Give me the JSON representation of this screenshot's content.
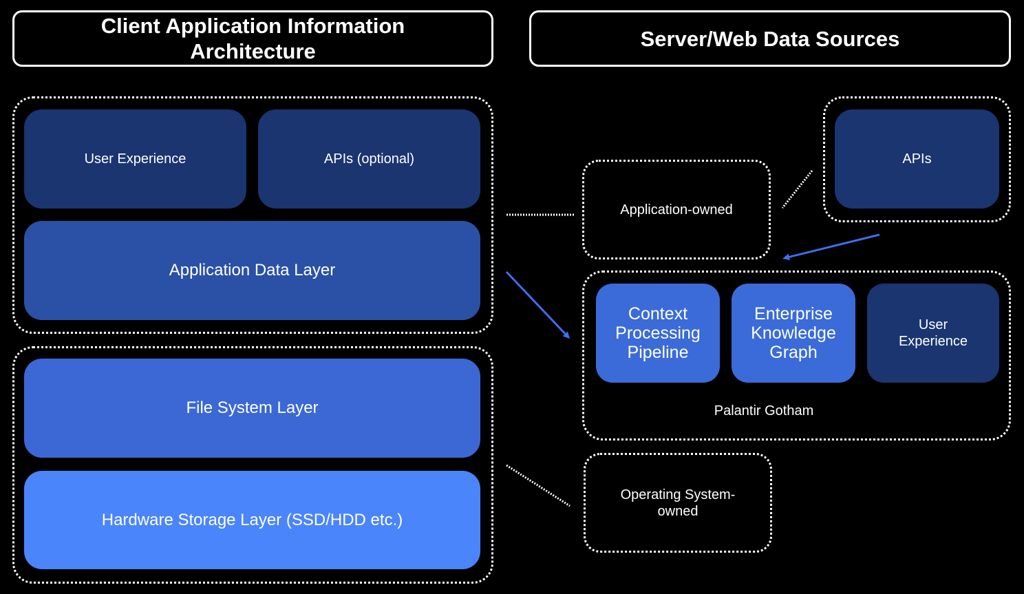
{
  "headers": {
    "client_title": "Client Application Information Architecture",
    "server_title": "Server/Web Data Sources"
  },
  "client": {
    "user_experience": "User Experience",
    "apis_optional": "APIs (optional)",
    "application_data_layer": "Application Data Layer",
    "file_system_layer": "File System Layer",
    "hardware_storage_layer": "Hardware Storage Layer (SSD/HDD etc.)"
  },
  "server": {
    "application_owned": "Application-owned",
    "apis": "APIs",
    "gotham": {
      "label": "Palantir Gotham",
      "context_pipeline": "Context Processing Pipeline",
      "knowledge_graph": "Enterprise Knowledge Graph",
      "user_experience": "User Experience"
    },
    "os_owned": "Operating System-owned"
  },
  "colors": {
    "background": "#000000",
    "navy_dark": "#1a3570",
    "blue_mid": "#2b51a6",
    "blue_file_system": "#3b68d4",
    "blue_hardware": "#4a85fb",
    "blue_gotham": "#3a6bd8",
    "arrow_blue": "#3e6ef0"
  }
}
